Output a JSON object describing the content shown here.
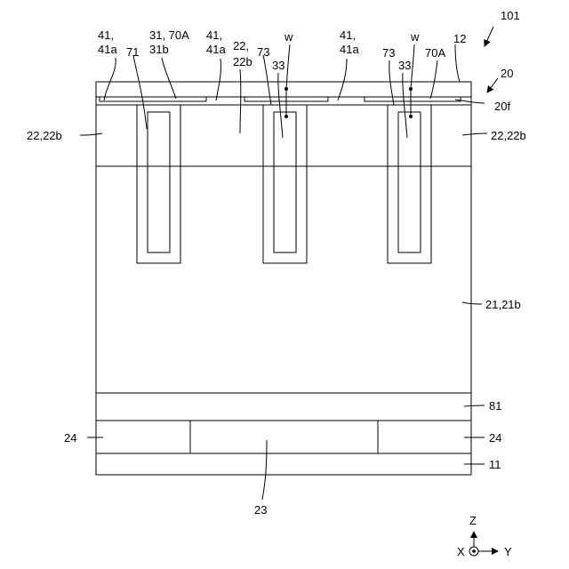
{
  "figure": {
    "ref_main": "101",
    "ref_20": "20",
    "ref_20f": "20f",
    "ref_12": "12",
    "top_labels": {
      "l41_left_a": "41,",
      "l41_left_b": "41a",
      "l71": "71",
      "l31_70A": "31, 70A",
      "l31b": "31b",
      "l41_mid_a": "41,",
      "l41_mid_b": "41a",
      "l22": "22,",
      "l22b": "22b",
      "l73_mid": "73",
      "l33_mid": "33",
      "lw_mid": "w",
      "l41_right_a": "41,",
      "l41_right_b": "41a",
      "l73_right": "73",
      "l33_right": "33",
      "lw_right": "w",
      "l70A_right": "70A"
    },
    "side_labels": {
      "left_22_22b": "22,22b",
      "right_22_22b": "22,22b",
      "right_21_21b": "21,21b",
      "right_81": "81",
      "left_24": "24",
      "right_24": "24",
      "right_11": "11",
      "bottom_23": "23"
    },
    "axes": {
      "z": "Z",
      "x": "X",
      "y": "Y"
    }
  }
}
